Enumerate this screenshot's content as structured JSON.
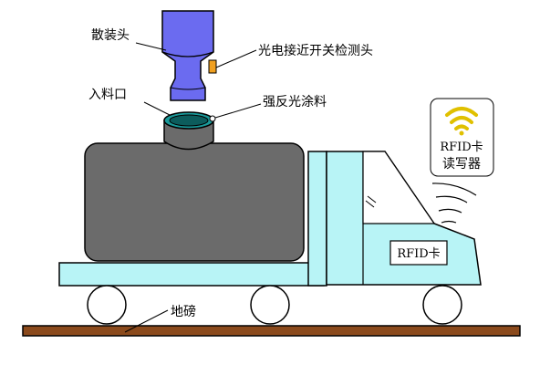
{
  "labels": {
    "bulk_head": "散装头",
    "sensor": "光电接近开关检测头",
    "inlet": "入料口",
    "reflective_paint": "强反光涂料",
    "reader_line1": "RFID卡",
    "reader_line2": "读写器",
    "card": "RFID卡",
    "scale": "地磅"
  },
  "colors": {
    "tank": "#6b6b6b",
    "truck": "#b8f4f6",
    "bulk_head": "#6b6bf0",
    "ground": "#8b4a1c",
    "wifi": "#e0c000",
    "sensor": "#f0a020"
  },
  "icons": {
    "reader": "wifi-signal-icon",
    "wave": "radio-wave-icon"
  }
}
